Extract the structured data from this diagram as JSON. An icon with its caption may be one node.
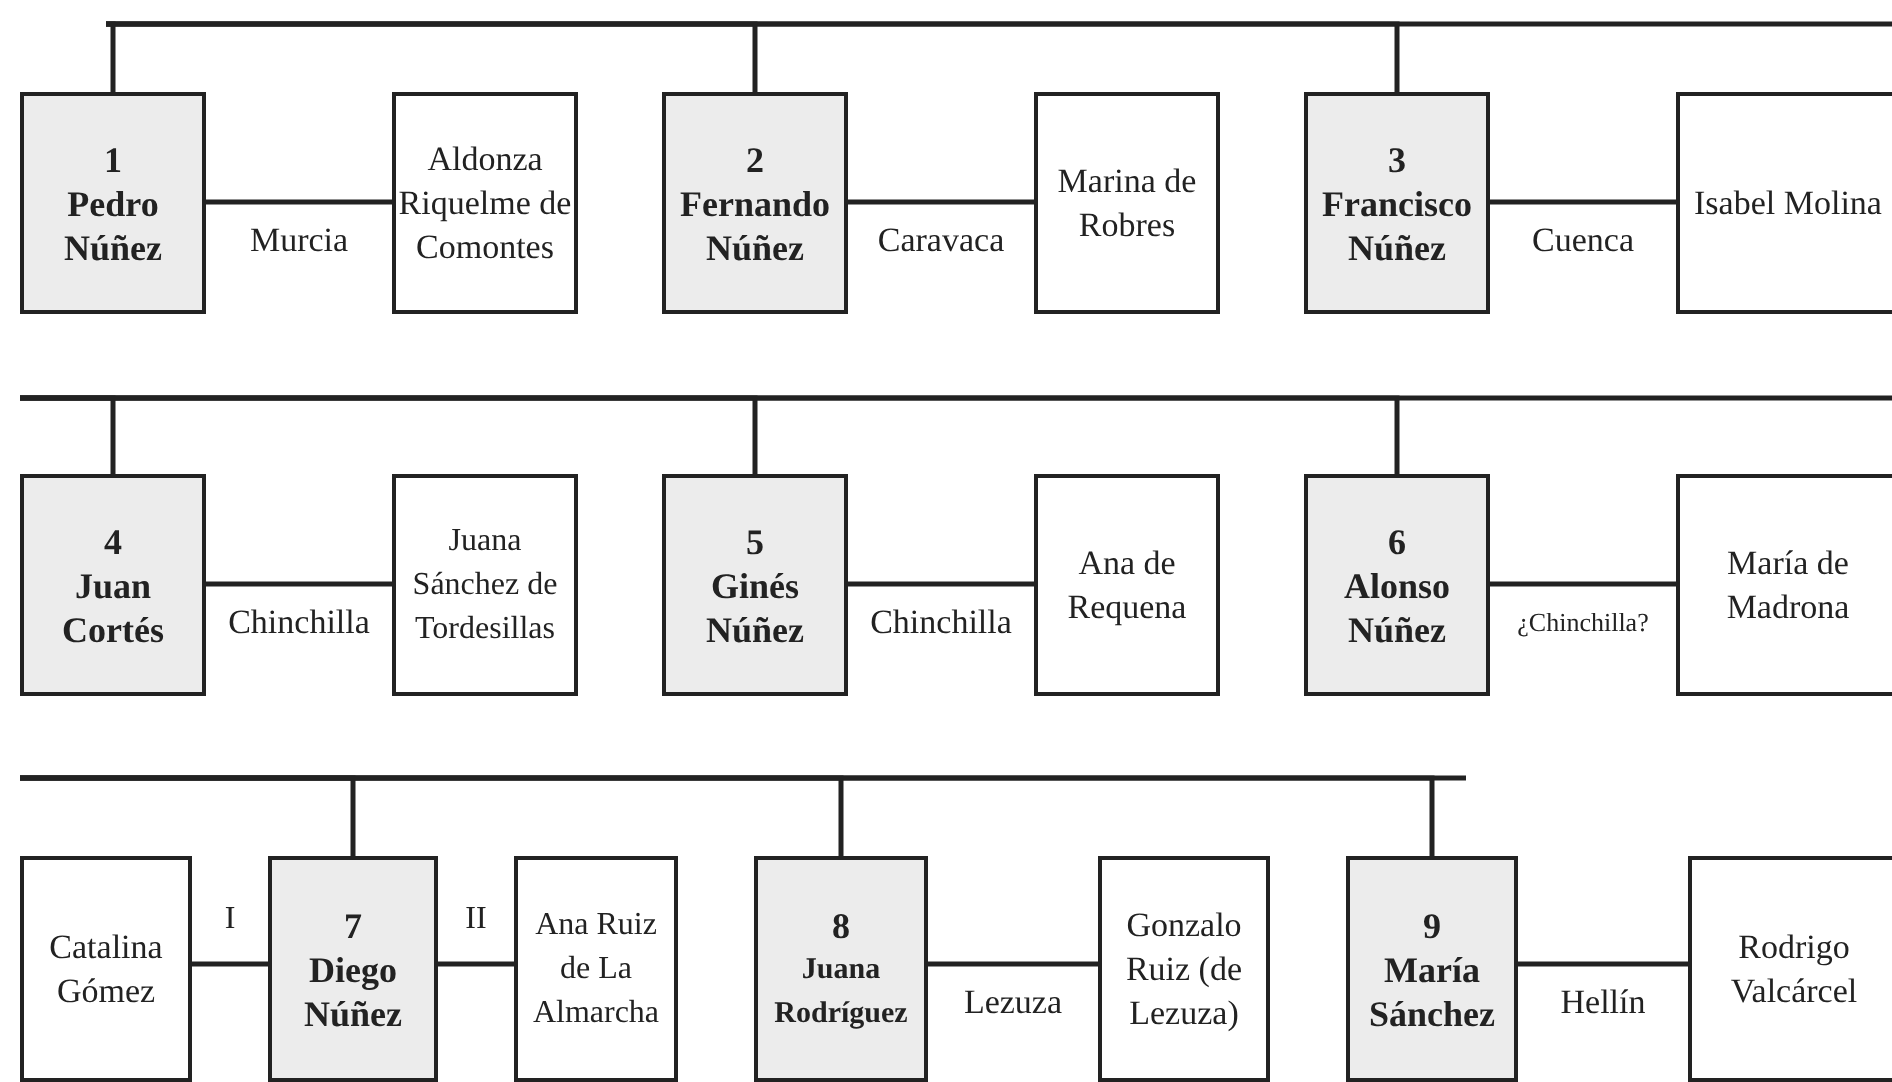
{
  "diagram": {
    "nodes": [
      {
        "text": [
          "1",
          "Pedro Núñez"
        ]
      },
      {
        "text": [
          "Aldonza Riquelme de Comontes"
        ]
      },
      {
        "text": [
          "2",
          "Fernando Núñez"
        ]
      },
      {
        "text": [
          "Marina de Robres"
        ]
      },
      {
        "text": [
          "3",
          "Francisco Núñez"
        ]
      },
      {
        "text": [
          "Isabel Molina"
        ]
      },
      {
        "text": [
          "4",
          "Juan Cortés"
        ]
      },
      {
        "text": [
          "Juana Sánchez de Tordesillas"
        ]
      },
      {
        "text": [
          "5",
          "Ginés Núñez"
        ]
      },
      {
        "text": [
          "Ana de Requena"
        ]
      },
      {
        "text": [
          "6",
          "Alonso Núñez"
        ]
      },
      {
        "text": [
          "María de Madrona"
        ]
      },
      {
        "text": [
          "Catalina Gómez"
        ]
      },
      {
        "text": [
          "7",
          "Diego Núñez"
        ]
      },
      {
        "text": [
          "Ana Ruiz de La Almarcha"
        ]
      },
      {
        "text": [
          "8",
          "Juana Rodríguez"
        ]
      },
      {
        "text": [
          "Gonzalo Ruiz (de Lezuza)"
        ]
      },
      {
        "text": [
          "9",
          "María Sánchez"
        ]
      },
      {
        "text": [
          "Rodrigo Valcárcel"
        ]
      }
    ],
    "edges": [
      {
        "from": null,
        "to": 0,
        "arrow": "none"
      },
      {
        "from": null,
        "to": 2,
        "arrow": "none"
      },
      {
        "from": null,
        "to": 4,
        "arrow": "none"
      },
      {
        "from": null,
        "to": 6,
        "arrow": "none"
      },
      {
        "from": null,
        "to": 8,
        "arrow": "none"
      },
      {
        "from": null,
        "to": 10,
        "arrow": "none"
      },
      {
        "from": null,
        "to": 13,
        "arrow": "none"
      },
      {
        "from": null,
        "to": 15,
        "arrow": "none"
      },
      {
        "from": null,
        "to": 17,
        "arrow": "none"
      },
      {
        "from": 0,
        "to": 1,
        "arrow": "none",
        "label": "Murcia"
      },
      {
        "from": 2,
        "to": 3,
        "arrow": "none",
        "label": "Caravaca"
      },
      {
        "from": 4,
        "to": 5,
        "arrow": "none",
        "label": "Cuenca"
      },
      {
        "from": 6,
        "to": 7,
        "arrow": "none",
        "label": "Chinchilla"
      },
      {
        "from": 8,
        "to": 9,
        "arrow": "none",
        "label": "Chinchilla"
      },
      {
        "from": 10,
        "to": 11,
        "arrow": "none",
        "label": "¿Chinchilla?"
      },
      {
        "from": 13,
        "to": 12,
        "arrow": "none",
        "label": "I"
      },
      {
        "from": 13,
        "to": 14,
        "arrow": "none",
        "label": "II"
      },
      {
        "from": 15,
        "to": 16,
        "arrow": "none",
        "label": "Lezuza"
      },
      {
        "from": 17,
        "to": 18,
        "arrow": "none",
        "label": "Hellín"
      }
    ]
  }
}
